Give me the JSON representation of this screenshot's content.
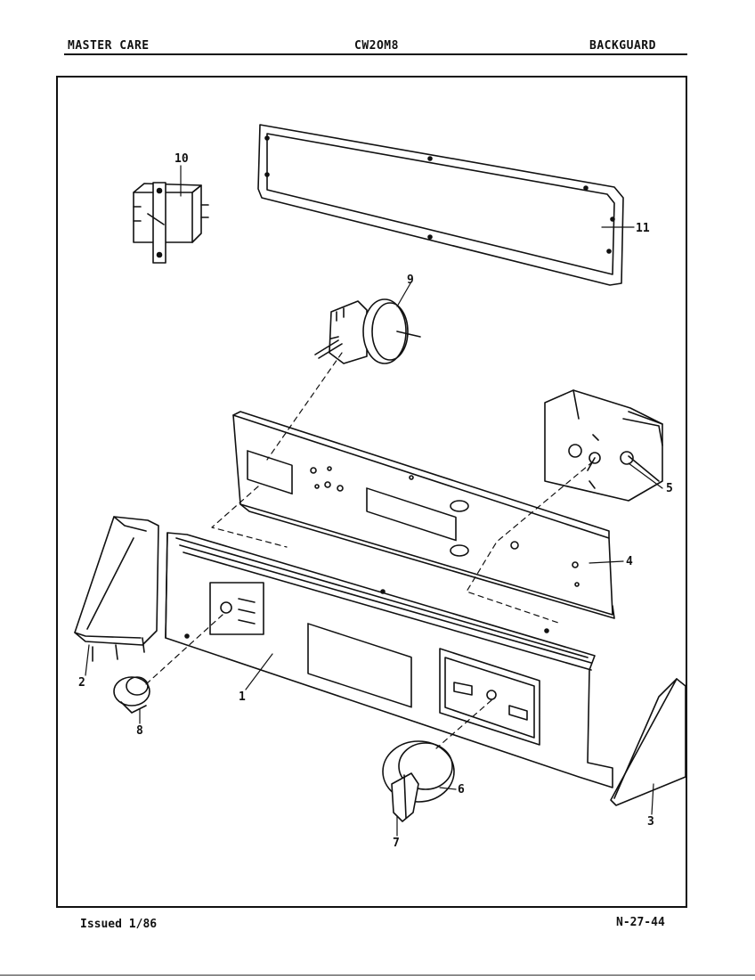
{
  "header": {
    "left": "MASTER CARE",
    "center": "CW2OM8",
    "right": "BACKGUARD"
  },
  "footer": {
    "issued": "Issued 1/86",
    "code": "N-27-44"
  },
  "callouts": {
    "c1": "1",
    "c2": "2",
    "c3": "3",
    "c4": "4",
    "c5": "5",
    "c6": "6",
    "c7": "7",
    "c8": "8",
    "c9": "9",
    "c10": "10",
    "c11": "11"
  }
}
